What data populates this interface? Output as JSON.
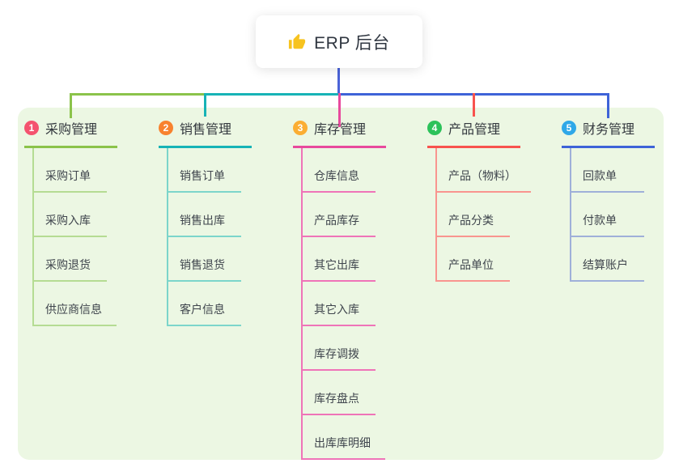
{
  "root": {
    "icon": "thumbs-up",
    "title": "ERP 后台"
  },
  "colors": {
    "panel_bg": "#ecf7e3",
    "root_line": "#4a63d8",
    "text": "#3f454d"
  },
  "branches": [
    {
      "index": "1",
      "title": "采购管理",
      "badge_color": "#f4536f",
      "line_color": "#8bc34a",
      "sub_line_color": "#b5dc93",
      "items": [
        "采购订单",
        "采购入库",
        "采购退货",
        "供应商信息"
      ]
    },
    {
      "index": "2",
      "title": "销售管理",
      "badge_color": "#f8822e",
      "line_color": "#17b3b6",
      "sub_line_color": "#7cd5cb",
      "items": [
        "销售订单",
        "销售出库",
        "销售退货",
        "客户信息"
      ]
    },
    {
      "index": "3",
      "title": "库存管理",
      "badge_color": "#fbae33",
      "line_color": "#e84a9d",
      "sub_line_color": "#ef74b8",
      "items": [
        "仓库信息",
        "产品库存",
        "其它出库",
        "其它入库",
        "库存调拨",
        "库存盘点",
        "出库库明细"
      ]
    },
    {
      "index": "4",
      "title": "产品管理",
      "badge_color": "#2cc25a",
      "line_color": "#f8534e",
      "sub_line_color": "#f9958f",
      "items": [
        "产品（物料）",
        "产品分类",
        "产品单位"
      ]
    },
    {
      "index": "5",
      "title": "财务管理",
      "badge_color": "#2fa8e8",
      "line_color": "#3e63d8",
      "sub_line_color": "#9fb0d9",
      "items": [
        "回款单",
        "付款单",
        "结算账户"
      ]
    }
  ]
}
